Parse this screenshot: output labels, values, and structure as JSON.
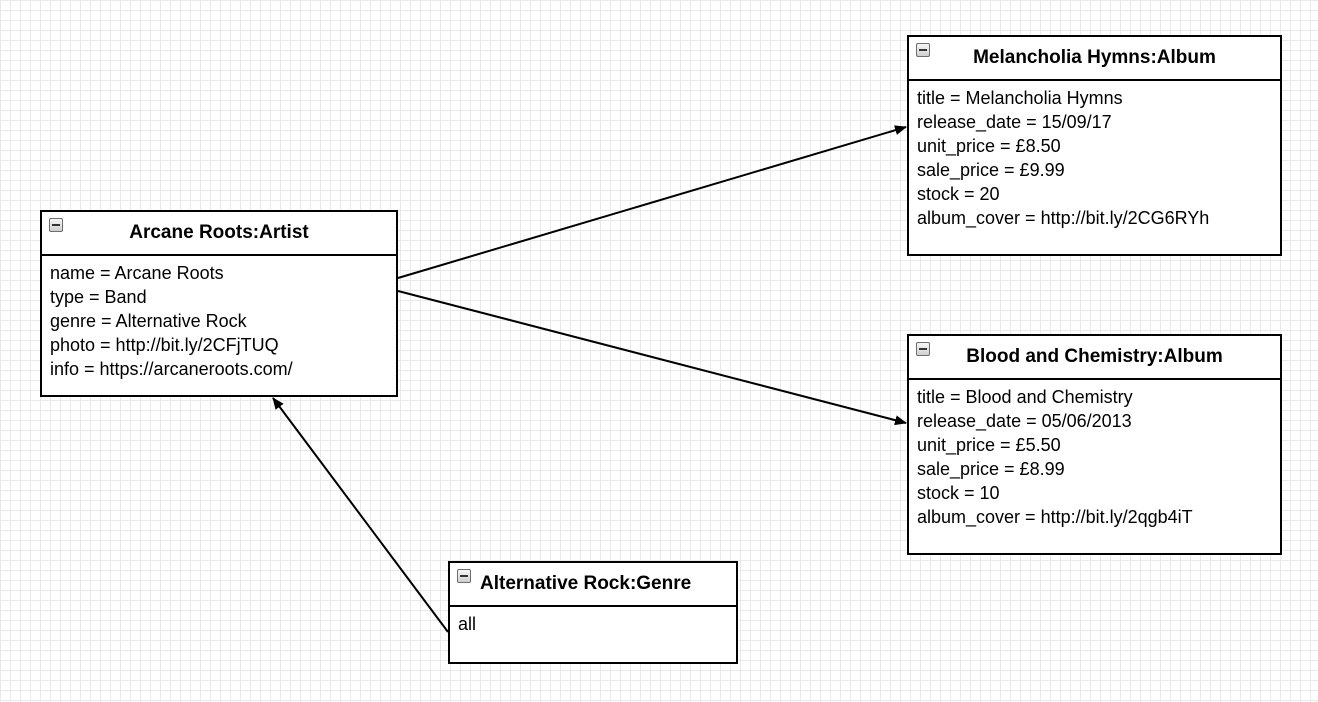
{
  "diagram": {
    "nodes": {
      "artist": {
        "title": "Arcane Roots:Artist",
        "attributes": [
          "name = Arcane Roots",
          "type = Band",
          "genre = Alternative Rock",
          "photo = http://bit.ly/2CFjTUQ",
          "info = https://arcaneroots.com/"
        ]
      },
      "album1": {
        "title": "Melancholia Hymns:Album",
        "attributes": [
          "title = Melancholia Hymns",
          "release_date = 15/09/17",
          "unit_price = £8.50",
          "sale_price = £9.99",
          "stock = 20",
          "album_cover = http://bit.ly/2CG6RYh"
        ]
      },
      "album2": {
        "title": "Blood and Chemistry:Album",
        "attributes": [
          "title = Blood and Chemistry",
          "release_date = 05/06/2013",
          "unit_price = £5.50",
          "sale_price = £8.99",
          "stock = 10",
          "album_cover = http://bit.ly/2qgb4iT"
        ]
      },
      "genre": {
        "title": "Alternative Rock:Genre",
        "attributes": [
          "all"
        ]
      }
    },
    "edges": [
      {
        "from": "Arcane Roots:Artist",
        "to": "Melancholia Hymns:Album",
        "arrow": "filled"
      },
      {
        "from": "Arcane Roots:Artist",
        "to": "Blood and Chemistry:Album",
        "arrow": "filled"
      },
      {
        "from": "Alternative Rock:Genre",
        "to": "Arcane Roots:Artist",
        "arrow": "filled"
      }
    ],
    "colors": {
      "line": "#000000",
      "grid": "#e9e9e9",
      "box_fill": "#ffffff"
    }
  }
}
